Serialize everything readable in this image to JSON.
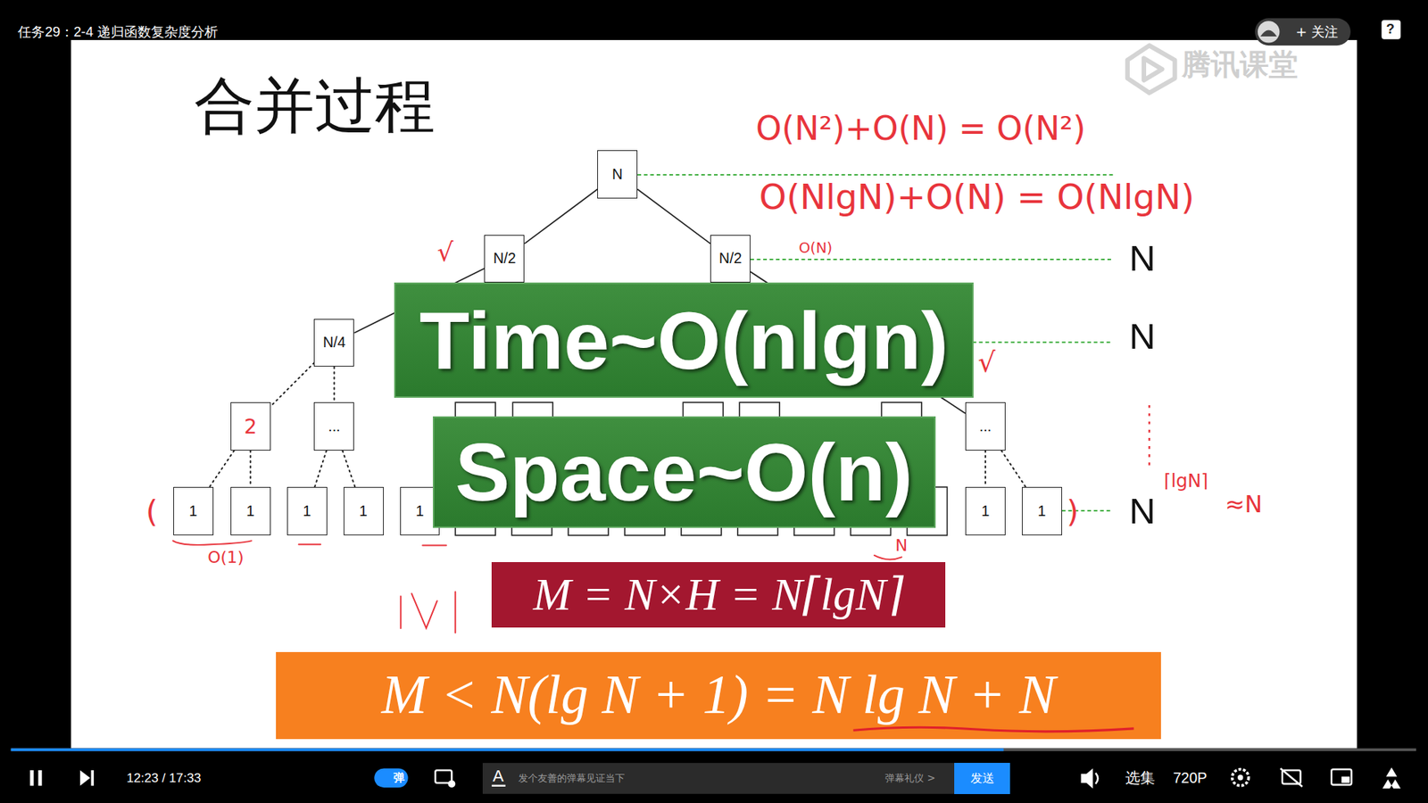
{
  "diagram": {
    "title": "合并过程",
    "nodes": [
      {
        "text": [
          "N"
        ]
      },
      {
        "text": [
          "N/2"
        ]
      },
      {
        "text": [
          "N/2"
        ]
      },
      {
        "text": [
          "N/4"
        ]
      },
      {
        "text": [
          "2"
        ]
      },
      {
        "text": [
          "..."
        ]
      },
      {
        "text": [
          "..."
        ]
      },
      {
        "text": [
          "1"
        ]
      },
      {
        "text": [
          "1"
        ]
      },
      {
        "text": [
          "1"
        ]
      },
      {
        "text": [
          "1"
        ]
      },
      {
        "text": [
          "1"
        ]
      },
      {
        "text": [
          "1"
        ]
      },
      {
        "text": [
          "1"
        ]
      },
      {
        "text": [
          "Time~O(nlgn)"
        ]
      },
      {
        "text": [
          "Space~O(n)"
        ]
      },
      {
        "text": [
          "M = N×H = N⌈lgN⌉"
        ]
      },
      {
        "text": [
          "M < N(lg N + 1) = N lg N + N"
        ]
      },
      {
        "text": [
          "发送"
        ]
      },
      {
        "text": [
          "+ 关注"
        ]
      }
    ],
    "edges": [
      {
        "from": 0,
        "to": 1,
        "arrow": "none"
      },
      {
        "from": 0,
        "to": 2,
        "arrow": "none"
      },
      {
        "from": 1,
        "to": 3,
        "arrow": "none"
      },
      {
        "from": 2,
        "to": 6,
        "arrow": "none"
      },
      {
        "from": 3,
        "to": 4,
        "arrow": "none"
      },
      {
        "from": 3,
        "to": 5,
        "arrow": "none"
      },
      {
        "from": 4,
        "to": 7,
        "arrow": "none"
      },
      {
        "from": 4,
        "to": 8,
        "arrow": "none"
      },
      {
        "from": 5,
        "to": 9,
        "arrow": "none"
      },
      {
        "from": 5,
        "to": 10,
        "arrow": "none"
      },
      {
        "from": 6,
        "to": 12,
        "arrow": "none"
      },
      {
        "from": 6,
        "to": 13,
        "arrow": "none"
      }
    ],
    "labels": [
      "任务29：2-4 递归函数复杂度分析",
      "腾讯课堂",
      "?",
      "O(N²)+O(N) = O(N²)",
      "O(NlgN)+O(N) = O(NlgN)",
      "√",
      "O(N)",
      "N",
      "N",
      "N",
      "√",
      "⌈lgN⌉",
      "≈N",
      "O(1)",
      "(",
      ")",
      "N",
      "12:23 / 17:33",
      "弹",
      "A",
      "发个友善的弹幕见证当下",
      "弹幕礼仪 >",
      "选集",
      "720P"
    ]
  }
}
